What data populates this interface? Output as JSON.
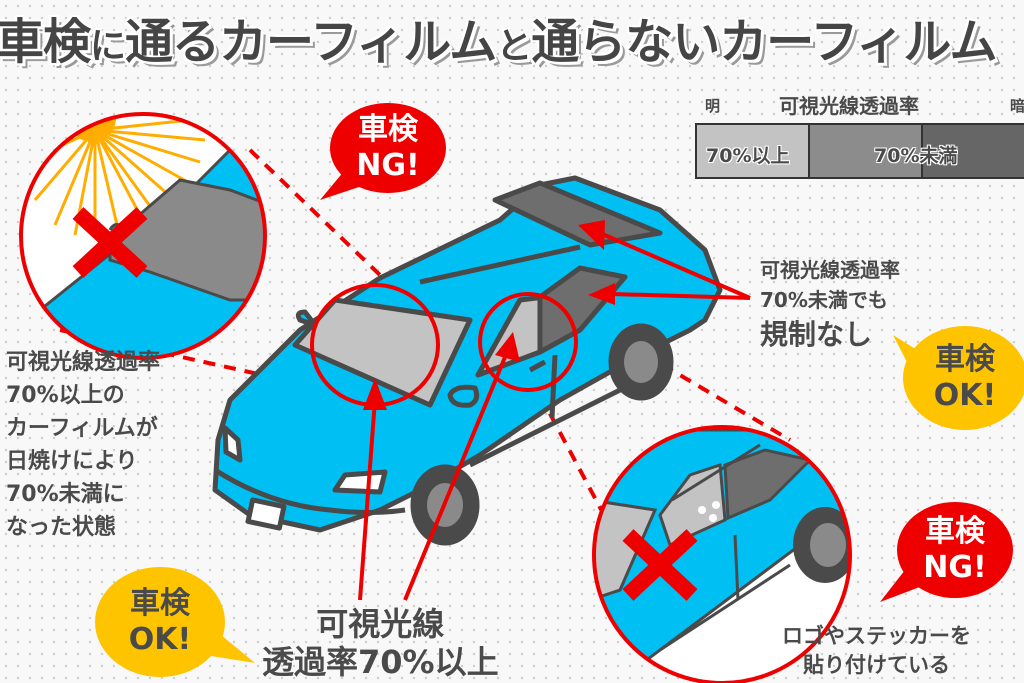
{
  "title": {
    "part1": "車検",
    "part2": "に",
    "part3": "通るカーフィルム",
    "part4": "と",
    "part5": "通らないカーフィルム"
  },
  "legend": {
    "title": "可視光線透過率",
    "bright_label": "明",
    "dark_label": "暗",
    "segments": [
      {
        "label": "70%以上",
        "color": "#c3c3c3"
      },
      {
        "label": "70%未満",
        "color": "#8c8c8c"
      },
      {
        "label": "",
        "color": "#666666"
      }
    ]
  },
  "callouts": {
    "left": {
      "lines": [
        "可視光線透過率",
        "70%以上の",
        "カーフィルムが",
        "日焼けにより",
        "70%未満に",
        "なった状態"
      ],
      "verdict": {
        "line1": "車検",
        "line2": "NG!"
      }
    },
    "front": {
      "lines": [
        "可視光線",
        "透過率70%以上"
      ],
      "verdict": {
        "line1": "車検",
        "line2": "OK!"
      }
    },
    "rear": {
      "lines": [
        "可視光線透過率",
        "70%未満でも",
        "規制なし"
      ],
      "verdict": {
        "line1": "車検",
        "line2": "OK!"
      }
    },
    "sticker": {
      "lines": [
        "ロゴやステッカーを",
        "貼り付けている"
      ],
      "verdict": {
        "line1": "車検",
        "line2": "NG!"
      }
    }
  },
  "colors": {
    "car_body": "#00bff3",
    "outline": "#4a4a4a",
    "accent_red": "#ee0000",
    "ok_yellow": "#ffc400",
    "sun": "#ffad00"
  }
}
